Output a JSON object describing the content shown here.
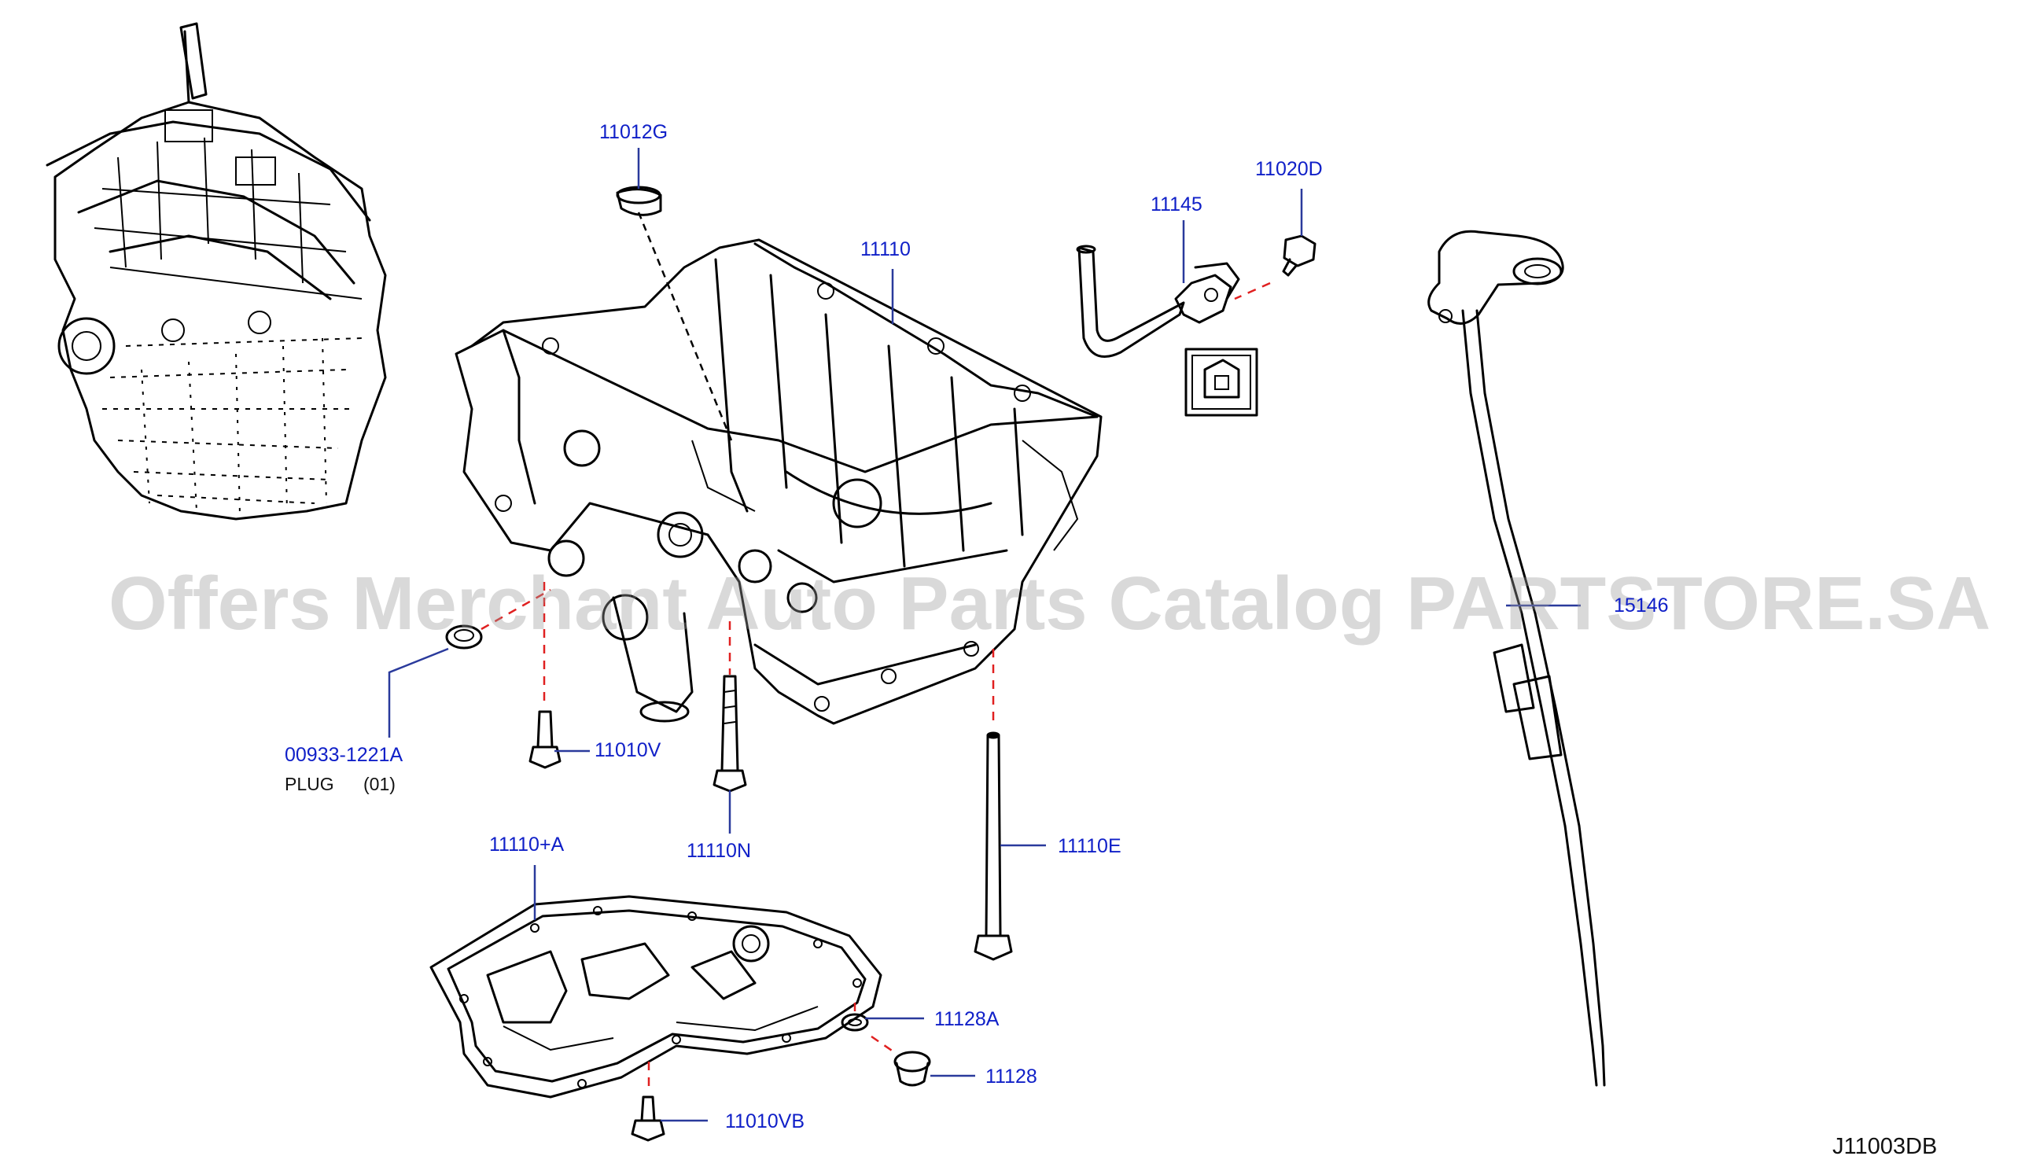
{
  "diagram": {
    "watermark": "Offers Merchant Auto Parts Catalog PARTSTORE.SA",
    "drawing_code": "J11003DB",
    "colors": {
      "label": "#1020c8",
      "leader": "#2a3a9c",
      "dashed": "#e02020",
      "line": "#000000"
    },
    "labels": {
      "p11012G": "11012G",
      "p11110": "11110",
      "p11145": "11145",
      "p11020D": "11020D",
      "p15146": "15146",
      "p00933": "00933-1221A",
      "p11010V": "11010V",
      "p11110N": "11110N",
      "p11110E": "11110E",
      "p11110A": "11110+A",
      "p11128A": "11128A",
      "p11128": "11128",
      "p11010VB": "11010VB"
    },
    "plug_note": "PLUG",
    "plug_qty": "(01)"
  }
}
